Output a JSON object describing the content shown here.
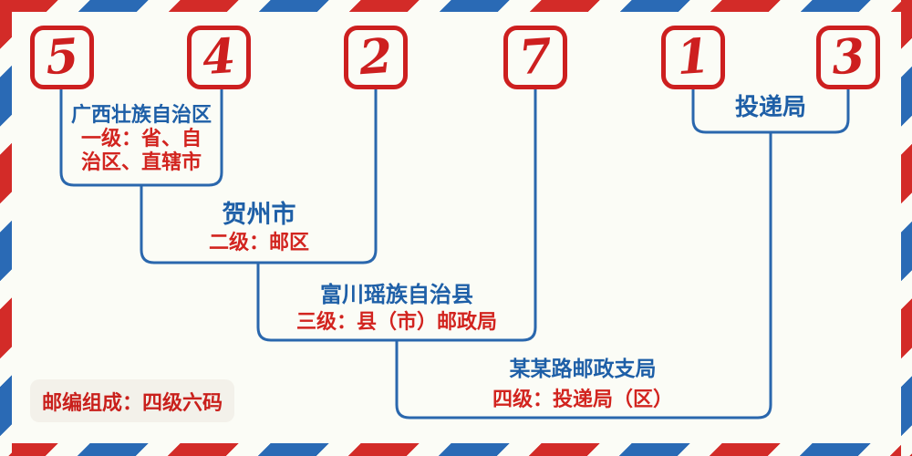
{
  "postal_code": {
    "digits": [
      "5",
      "4",
      "2",
      "7",
      "1",
      "3"
    ]
  },
  "levels": [
    {
      "name": "广西壮族自治区",
      "desc_line1": "一级：省、自",
      "desc_line2": "治区、直辖市"
    },
    {
      "name": "贺州市",
      "desc": "二级：邮区"
    },
    {
      "name": "富川瑶族自治县",
      "desc": "三级：县（市）邮政局"
    },
    {
      "name": "某某路邮政支局",
      "desc": "四级：投递局（区）"
    },
    {
      "name": "投递局"
    }
  ],
  "footer": {
    "note": "邮编组成：四级六码"
  },
  "colors": {
    "digit_red": "#cd1f1f",
    "connector_blue": "#2a67ad",
    "name_blue": "#1e5fa7",
    "desc_red": "#d2241f",
    "stripe_red": "#d32b28",
    "stripe_blue": "#2a6ab5",
    "background": "#fbfcf6"
  }
}
